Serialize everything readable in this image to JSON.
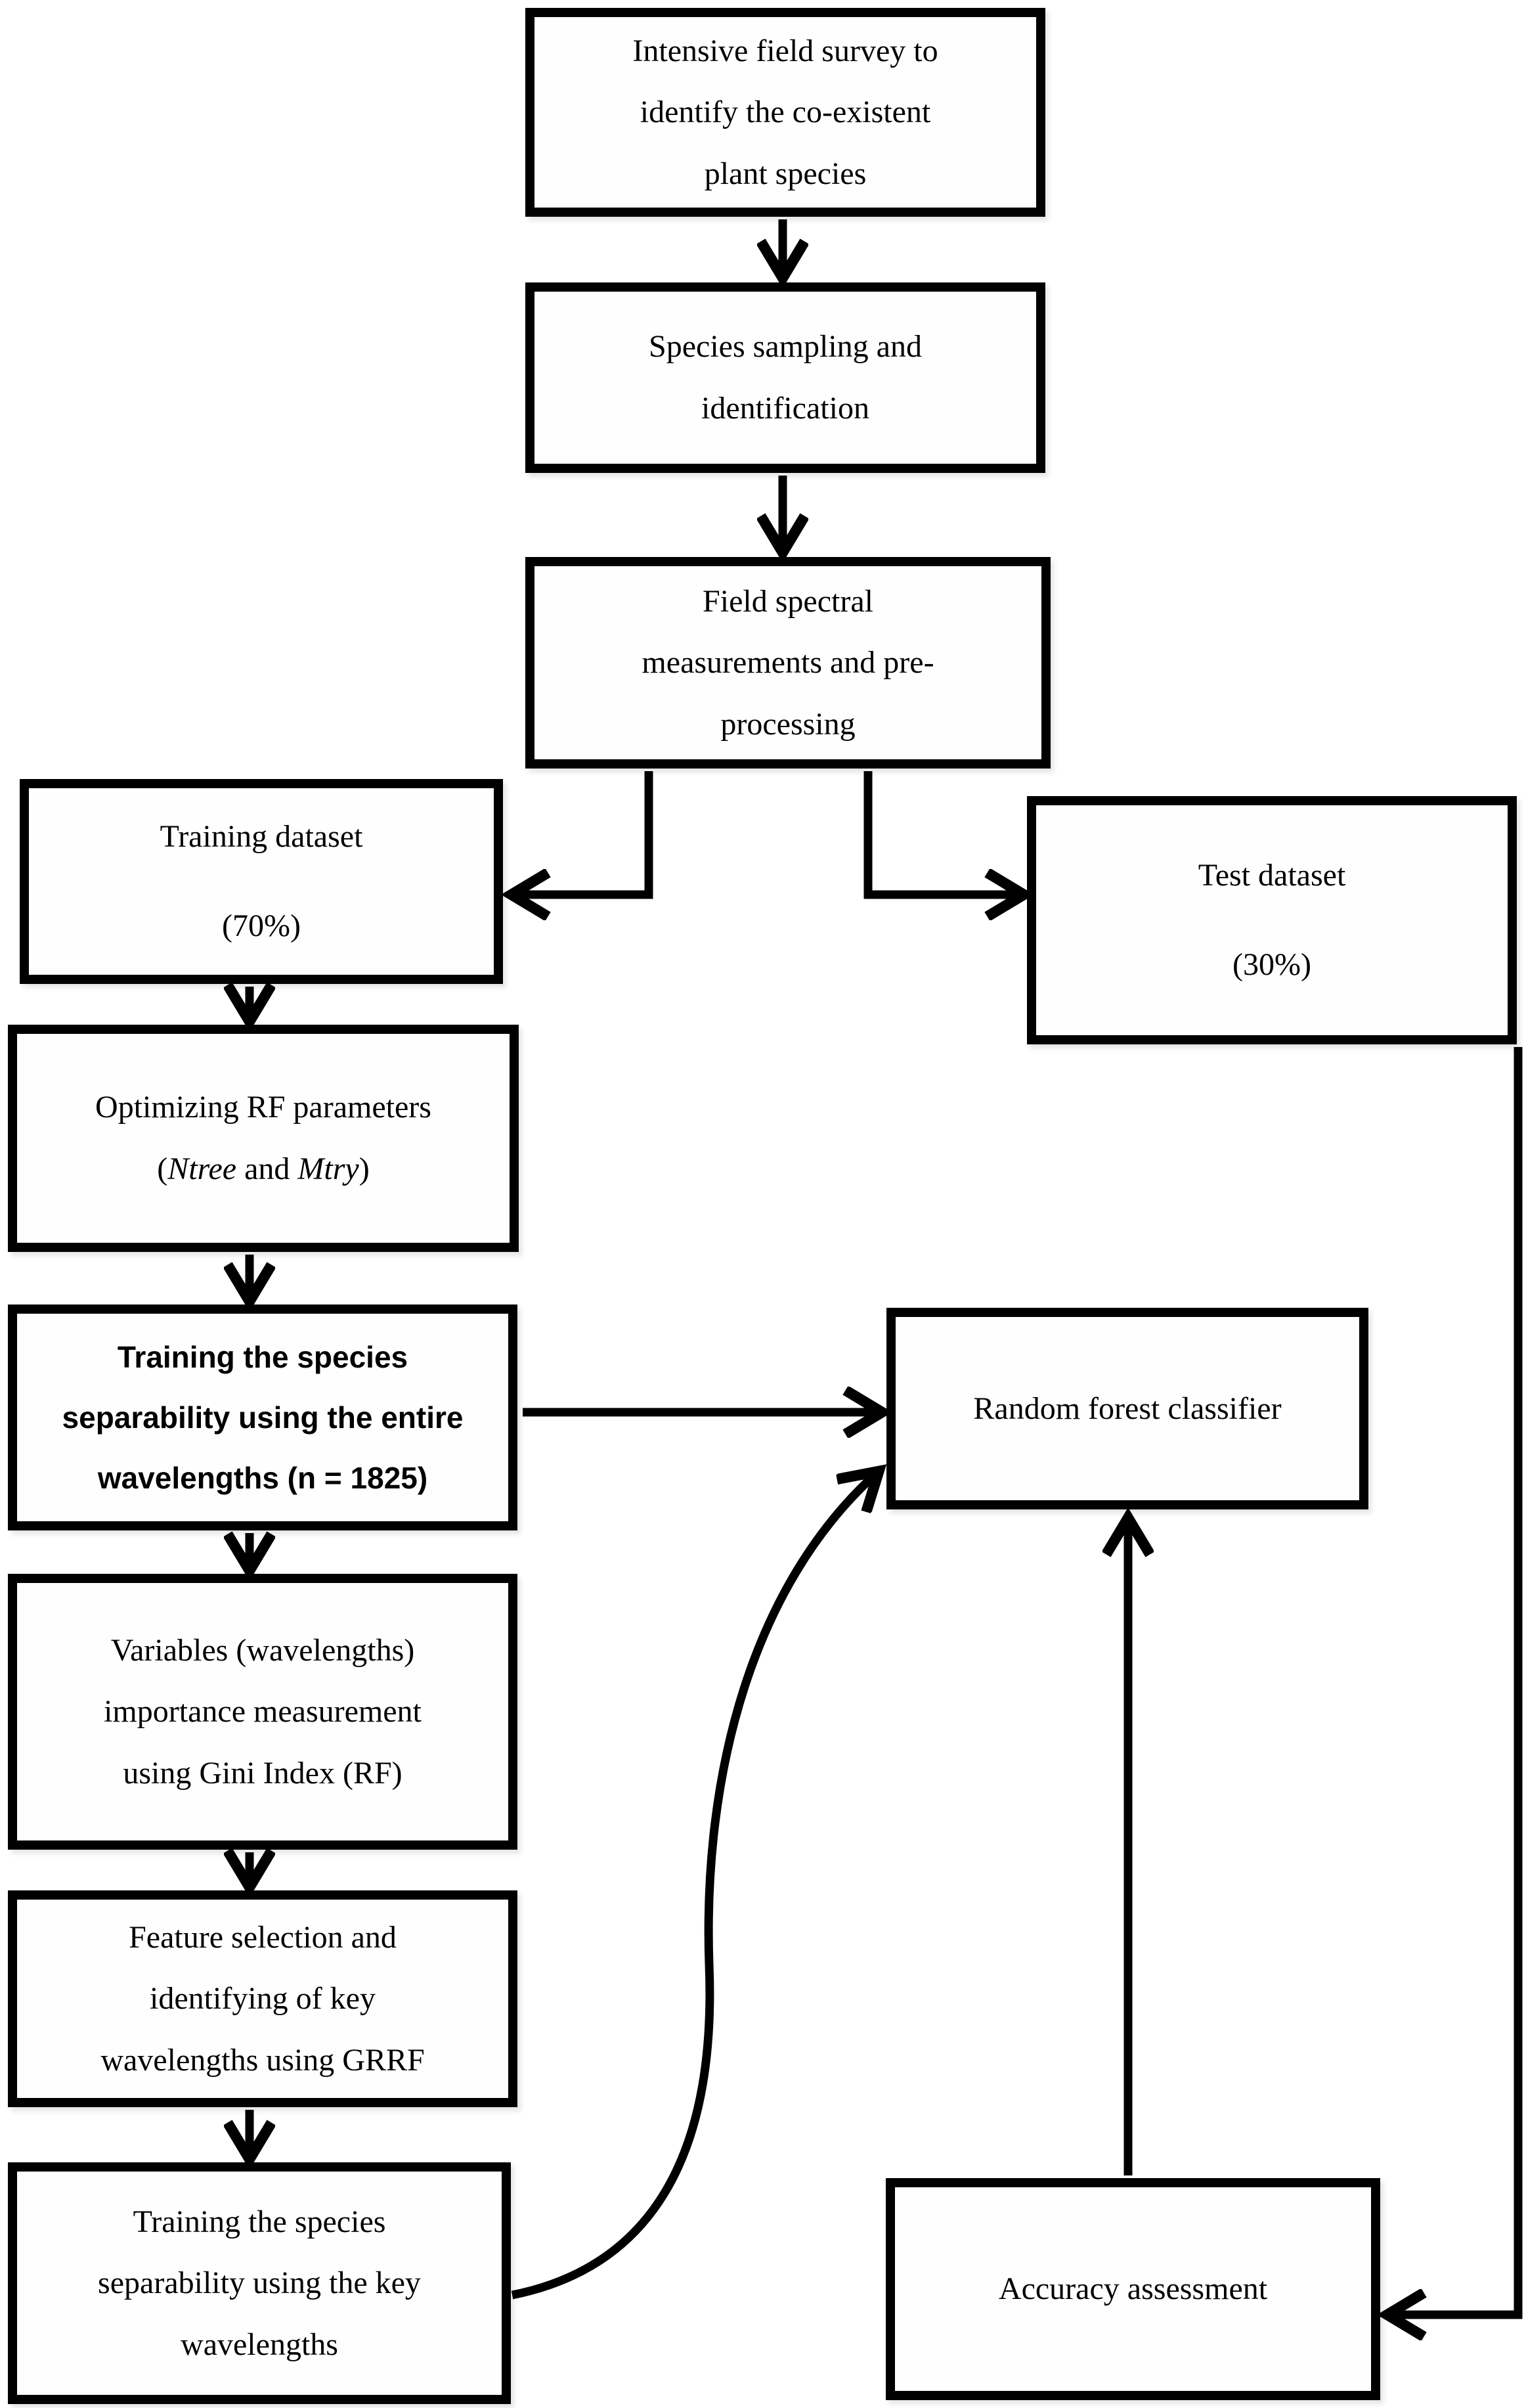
{
  "diagram": {
    "colors": {
      "line": "#000000",
      "background": "#ffffff",
      "text": "#000000"
    },
    "nodes": {
      "intensive_survey": {
        "lines": [
          "Intensive field survey to",
          "identify the co-existent",
          "plant species"
        ]
      },
      "species_sampling": {
        "lines": [
          "Species sampling and",
          "identification"
        ]
      },
      "field_spectral": {
        "lines": [
          "Field spectral",
          "measurements and pre-",
          "processing"
        ]
      },
      "training_dataset": {
        "title": "Training dataset",
        "subtitle": "(70%)"
      },
      "test_dataset": {
        "title": "Test dataset",
        "subtitle": "(30%)"
      },
      "optimizing_rf": {
        "line1": "Optimizing RF parameters",
        "line2_open": "(",
        "line2_italic1": "Ntree",
        "line2_mid": " and ",
        "line2_italic2": "Mtry",
        "line2_close": ")"
      },
      "training_entire": {
        "lines": [
          "Training the species",
          "separability using the entire",
          "wavelengths (n = 1825)"
        ]
      },
      "variables_importance": {
        "lines": [
          "Variables (wavelengths)",
          "importance measurement",
          "using Gini Index (RF)"
        ]
      },
      "feature_selection": {
        "lines": [
          "Feature selection and",
          "identifying of key",
          "wavelengths using GRRF"
        ]
      },
      "training_key": {
        "lines": [
          "Training the species",
          "separability using the key",
          "wavelengths"
        ]
      },
      "rf_classifier": {
        "label": "Random forest classifier"
      },
      "accuracy_assessment": {
        "label": "Accuracy assessment"
      }
    }
  }
}
